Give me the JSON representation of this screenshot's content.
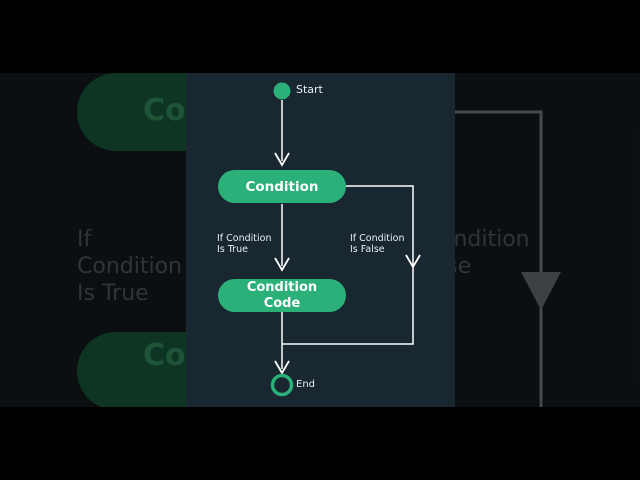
{
  "diagram": {
    "start_label": "Start",
    "end_label": "End",
    "condition_label": "Condition",
    "code_label_line1": "Condition",
    "code_label_line2": "Code",
    "true_line1": "If Condition",
    "true_line2": "Is True",
    "false_line1": "If Condition",
    "false_line2": "Is False"
  },
  "background": {
    "left_pill_text_top": "Co",
    "left_pill_text_bottom": "Co",
    "left_cond_line1": "If Condition",
    "left_cond_line2": "Is True",
    "right_cond_line1": "ondition",
    "right_cond_line2": "lse"
  },
  "colors": {
    "node": "#2cb07a",
    "panel": "#182730",
    "edge": "#ffffff"
  }
}
